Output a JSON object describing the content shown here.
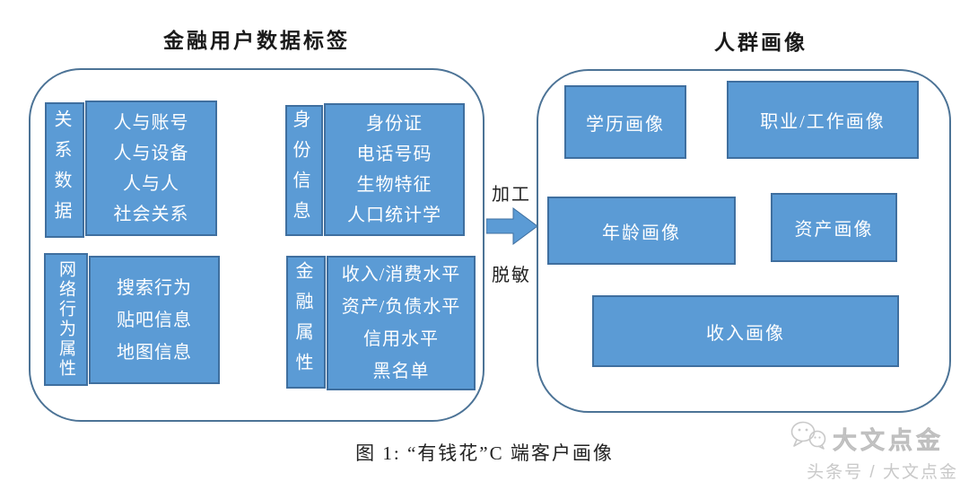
{
  "left_panel": {
    "title": "金融用户数据标签",
    "groups": [
      {
        "label": "关系数据",
        "items": [
          "人与账号",
          "人与设备",
          "人与人",
          "社会关系"
        ]
      },
      {
        "label": "身份信息",
        "items": [
          "身份证",
          "电话号码",
          "生物特征",
          "人口统计学"
        ]
      },
      {
        "label": "网络行为属性",
        "items": [
          "搜索行为",
          "贴吧信息",
          "地图信息"
        ]
      },
      {
        "label": "金融属性",
        "items": [
          "收入/消费水平",
          "资产/负债水平",
          "信用水平",
          "黑名单"
        ]
      }
    ]
  },
  "transform": {
    "top_label": "加工",
    "bottom_label": "脱敏"
  },
  "right_panel": {
    "title": "人群画像",
    "boxes": [
      {
        "label": "学历画像"
      },
      {
        "label": "职业/工作画像"
      },
      {
        "label": "年龄画像"
      },
      {
        "label": "资产画像"
      },
      {
        "label": "收入画像"
      }
    ]
  },
  "caption": "图 1: “有钱花”C 端客户画像",
  "watermark": {
    "brand": "大文点金",
    "subtitle": "头条号 / 大文点金"
  },
  "colors": {
    "box_fill": "#5b9bd5",
    "box_border": "#3f6f9f",
    "container_border": "#4c7396",
    "box_text": "#ffffff",
    "title_text": "#1a1a1a",
    "caption_text": "#222222",
    "watermark_text": "#c9c9c9",
    "arrow_fill": "#5b9bd5"
  }
}
